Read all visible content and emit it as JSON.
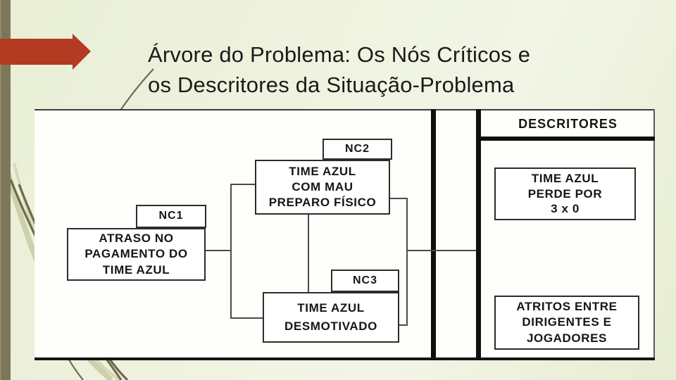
{
  "title": {
    "line1": "Árvore do Problema: Os Nós Críticos e",
    "line2": "os Descritores da Situação-Problema"
  },
  "diagram": {
    "header": "DESCRITORES",
    "critical_nodes": [
      {
        "id": "NC1",
        "label": "ATRASO NO\nPAGAMENTO DO\nTIME AZUL"
      },
      {
        "id": "NC2",
        "label": "TIME AZUL\nCOM MAU\nPREPARO FÍSICO"
      },
      {
        "id": "NC3",
        "label": "TIME AZUL\nDESMOTIVADO"
      }
    ],
    "descriptors": [
      {
        "label": "TIME AZUL\nPERDE POR\n3 x 0"
      },
      {
        "label": "ATRITOS ENTRE\nDIRIGENTES E\nJOGADORES"
      }
    ],
    "edges": [
      "NC1 -> NC2 (via left bracket)",
      "NC1 -> NC3 (via left bracket)",
      "NC2 -> NC3 (vertical link)",
      "NC2/NC3 bracket -> DESCRITORES column"
    ]
  },
  "colors": {
    "accent_arrow": "#b23b21",
    "sidebar_olive": "#7d7759",
    "background": "#ecf0d9",
    "ink": "#1a1a1a"
  }
}
